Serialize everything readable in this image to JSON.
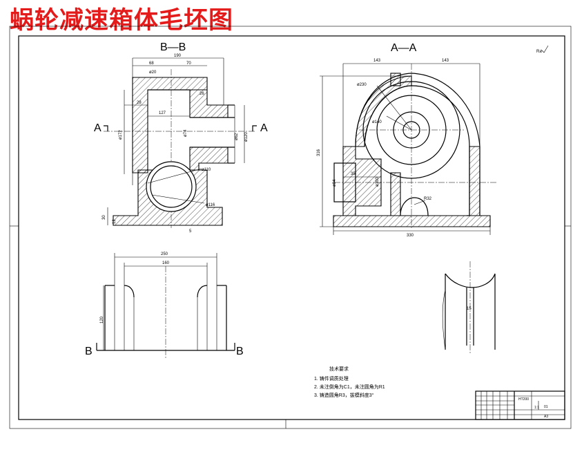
{
  "title": "蜗轮减速箱体毛坯图",
  "views": {
    "section_bb": "B—B",
    "section_aa": "A—A",
    "cut_a_left": "A",
    "cut_a_right": "A",
    "cut_b_left": "B",
    "cut_b_right": "B"
  },
  "dims_bb": {
    "d190": "190",
    "d68": "68",
    "d70": "70",
    "d420": "ø20",
    "d26": "26",
    "d28": "28",
    "d127": "127",
    "d172": "ø172",
    "d74": "ø74",
    "d62": "ø62",
    "d120": "ø120",
    "d110": "ø110",
    "d116": "ø116",
    "d30": "30",
    "d12": "12",
    "d5": "5"
  },
  "dims_aa": {
    "d143a": "143",
    "d143b": "143",
    "d230": "ø230",
    "d140": "ø140",
    "d316": "316",
    "d84": "ø84",
    "d35": "35",
    "d100": "ø100",
    "d32": "R32",
    "d330": "330"
  },
  "dims_bottom": {
    "d250": "250",
    "d160": "160",
    "d120h": "120"
  },
  "detail": {
    "d15": "15"
  },
  "notes": {
    "heading": "技术要求",
    "items": [
      "1. 铸件调质处理",
      "2. 未注倒角为C1，未注圆角为R1",
      "3. 铸造圆角R3，拔模斜度3°"
    ]
  },
  "title_block": {
    "material": "HT200",
    "scale": "1:1",
    "sheet": "A3",
    "drawing_no": "01"
  },
  "roughness": "Ra"
}
